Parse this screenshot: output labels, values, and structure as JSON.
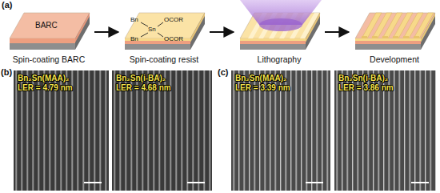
{
  "diagram": {
    "nodes": [
      {
        "text": [
          "BARC",
          "Spin-coating BARC"
        ]
      },
      {
        "text": [
          "Spin-coating resist"
        ]
      },
      {
        "text": [
          "Lithography"
        ]
      },
      {
        "text": [
          "Development"
        ]
      },
      {
        "text": [
          "Bn₂Sn(MAA)₂",
          "LER = 4.79 nm"
        ]
      },
      {
        "text": [
          "Bn₂Sn(i-BA)₂",
          "LER = 4.68 nm"
        ]
      },
      {
        "text": [
          "Bn₂Sn(MAA)₂",
          "LER = 3.39 nm"
        ]
      },
      {
        "text": [
          "Bn₂Sn(i-BA)₂",
          "LER = 3.86 nm"
        ]
      }
    ],
    "edges": [
      {
        "from": 0,
        "to": 1,
        "arrow": "to"
      },
      {
        "from": 1,
        "to": 2,
        "arrow": "to"
      },
      {
        "from": 2,
        "to": 3,
        "arrow": "to"
      }
    ],
    "labels": [
      "(a)",
      "(b)",
      "(c)",
      "Bn",
      "Bn",
      "Sn",
      "OCOR",
      "OCOR"
    ]
  }
}
